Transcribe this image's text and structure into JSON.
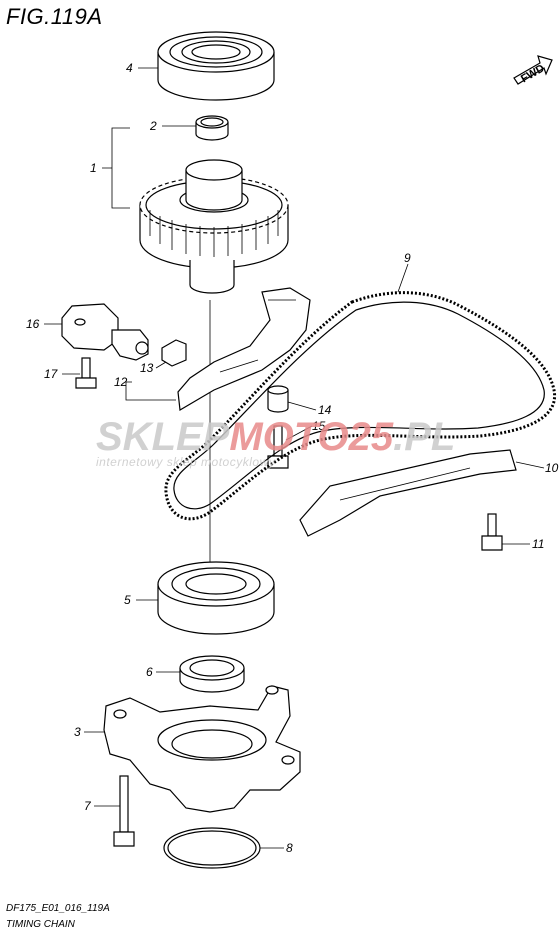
{
  "figure": {
    "title": "FIG.119A",
    "code": "DF175_E01_016_119A",
    "caption": "TIMING CHAIN"
  },
  "watermark": {
    "brand_a": "SKLEP",
    "brand_b": "MOTO",
    "brand_c": "25",
    "brand_d": ".PL",
    "tagline": "internetowy sklep motocyklowy",
    "color_grey": "#c9c9c9",
    "color_red": "#e88a8a"
  },
  "fwd_label": "FWD",
  "callouts": [
    {
      "id": "c4",
      "label": "4"
    },
    {
      "id": "c2",
      "label": "2"
    },
    {
      "id": "c1",
      "label": "1"
    },
    {
      "id": "c9",
      "label": "9"
    },
    {
      "id": "c16",
      "label": "16"
    },
    {
      "id": "c13",
      "label": "13"
    },
    {
      "id": "c12",
      "label": "12"
    },
    {
      "id": "c17",
      "label": "17"
    },
    {
      "id": "c14",
      "label": "14"
    },
    {
      "id": "c15",
      "label": "15"
    },
    {
      "id": "c10",
      "label": "10"
    },
    {
      "id": "c11",
      "label": "11"
    },
    {
      "id": "c5",
      "label": "5"
    },
    {
      "id": "c6",
      "label": "6"
    },
    {
      "id": "c3",
      "label": "3"
    },
    {
      "id": "c7",
      "label": "7"
    },
    {
      "id": "c8",
      "label": "8"
    }
  ]
}
